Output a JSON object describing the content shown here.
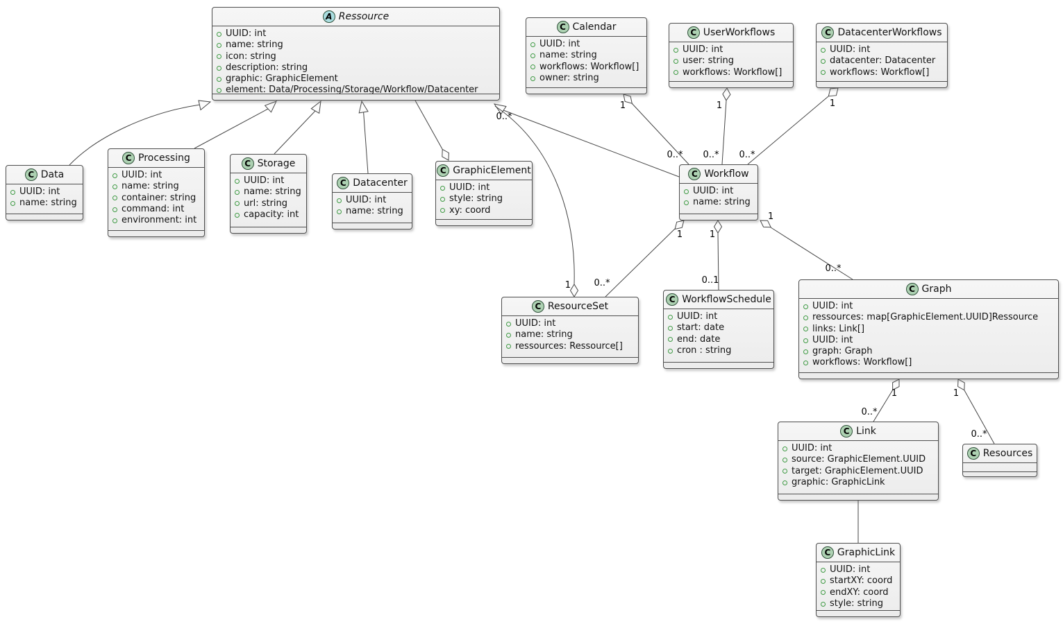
{
  "diagram": {
    "type": "uml-class-diagram",
    "background": "#ffffff",
    "colors": {
      "box_fill": "#f2f2f2",
      "box_border": "#4d4d4d",
      "class_icon_fill": "#ADD1B2",
      "abstract_icon_fill": "#A9DCDF",
      "field_icon_color": "#3E9A43",
      "line_color": "#454545",
      "text_color": "#111111"
    }
  },
  "classes": [
    {
      "name": "Ressource",
      "kind": "abstract class",
      "icon_letter": "A",
      "attributes": [
        "UUID: int",
        "name: string",
        "icon: string",
        "description: string",
        "graphic: GraphicElement",
        "element: Data/Processing/Storage/Workflow/Datacenter"
      ]
    },
    {
      "name": "Data",
      "kind": "class",
      "icon_letter": "C",
      "attributes": [
        "UUID: int",
        "name: string"
      ]
    },
    {
      "name": "Processing",
      "kind": "class",
      "icon_letter": "C",
      "attributes": [
        "UUID: int",
        "name: string",
        "container: string",
        "command: int",
        "environment: int"
      ]
    },
    {
      "name": "Storage",
      "kind": "class",
      "icon_letter": "C",
      "attributes": [
        "UUID: int",
        "name: string",
        "url: string",
        "capacity: int"
      ]
    },
    {
      "name": "Datacenter",
      "kind": "class",
      "icon_letter": "C",
      "attributes": [
        "UUID: int",
        "name: string"
      ]
    },
    {
      "name": "GraphicElement",
      "kind": "class",
      "icon_letter": "C",
      "attributes": [
        "UUID: int",
        "style: string",
        "xy: coord"
      ]
    },
    {
      "name": "Calendar",
      "kind": "class",
      "icon_letter": "C",
      "attributes": [
        "UUID: int",
        "name: string",
        "workflows: Workflow[]",
        "owner: string"
      ]
    },
    {
      "name": "UserWorkflows",
      "kind": "class",
      "icon_letter": "C",
      "attributes": [
        "UUID: int",
        "user: string",
        "workflows: Workflow[]"
      ]
    },
    {
      "name": "DatacenterWorkflows",
      "kind": "class",
      "icon_letter": "C",
      "attributes": [
        "UUID: int",
        "datacenter: Datacenter",
        "workflows: Workflow[]"
      ]
    },
    {
      "name": "Workflow",
      "kind": "class",
      "icon_letter": "C",
      "attributes": [
        "UUID: int",
        "name: string"
      ]
    },
    {
      "name": "ResourceSet",
      "kind": "class",
      "icon_letter": "C",
      "attributes": [
        "UUID: int",
        "name: string",
        "ressources: Ressource[]"
      ]
    },
    {
      "name": "WorkflowSchedule",
      "kind": "class",
      "icon_letter": "C",
      "attributes": [
        "UUID: int",
        "start: date",
        "end: date",
        "cron : string"
      ]
    },
    {
      "name": "Graph",
      "kind": "class",
      "icon_letter": "C",
      "attributes": [
        "UUID: int",
        "ressources: map[GraphicElement.UUID]Ressource",
        "links: Link[]",
        "UUID: int",
        "graph: Graph",
        "workflows: Workflow[]"
      ]
    },
    {
      "name": "Link",
      "kind": "class",
      "icon_letter": "C",
      "attributes": [
        "UUID: int",
        "source: GraphicElement.UUID",
        "target: GraphicElement.UUID",
        "graphic: GraphicLink"
      ]
    },
    {
      "name": "Resources",
      "kind": "class",
      "icon_letter": "C",
      "attributes": []
    },
    {
      "name": "GraphicLink",
      "kind": "class",
      "icon_letter": "C",
      "attributes": [
        "UUID: int",
        "startXY: coord",
        "endXY: coord",
        "style: string"
      ]
    }
  ],
  "edges": [
    {
      "from": "Data",
      "to": "Ressource",
      "type": "generalization"
    },
    {
      "from": "Processing",
      "to": "Ressource",
      "type": "generalization"
    },
    {
      "from": "Storage",
      "to": "Ressource",
      "type": "generalization"
    },
    {
      "from": "Datacenter",
      "to": "Ressource",
      "type": "generalization"
    },
    {
      "from": "Workflow",
      "to": "Ressource",
      "type": "generalization"
    },
    {
      "from": "Ressource",
      "to": "GraphicElement",
      "type": "aggregation"
    },
    {
      "from": "Calendar",
      "to": "Workflow",
      "type": "aggregation",
      "from_label": "1",
      "to_label": "0..*"
    },
    {
      "from": "UserWorkflows",
      "to": "Workflow",
      "type": "aggregation",
      "from_label": "1",
      "to_label": "0..*"
    },
    {
      "from": "DatacenterWorkflows",
      "to": "Workflow",
      "type": "aggregation",
      "from_label": "1",
      "to_label": "0..*"
    },
    {
      "from": "ResourceSet",
      "to": "Ressource",
      "type": "aggregation",
      "from_label": "1",
      "to_label": "0..*"
    },
    {
      "from": "Workflow",
      "to": "ResourceSet",
      "type": "aggregation",
      "from_label": "1",
      "to_label": "0..*"
    },
    {
      "from": "Workflow",
      "to": "WorkflowSchedule",
      "type": "aggregation",
      "from_label": "1",
      "to_label": "0..1"
    },
    {
      "from": "Workflow",
      "to": "Graph",
      "type": "aggregation",
      "from_label": "1",
      "to_label": "0..*"
    },
    {
      "from": "Graph",
      "to": "Link",
      "type": "aggregation",
      "from_label": "1",
      "to_label": "0..*"
    },
    {
      "from": "Graph",
      "to": "Resources",
      "type": "aggregation",
      "from_label": "1",
      "to_label": "0..*"
    },
    {
      "from": "Link",
      "to": "GraphicLink",
      "type": "association"
    }
  ]
}
